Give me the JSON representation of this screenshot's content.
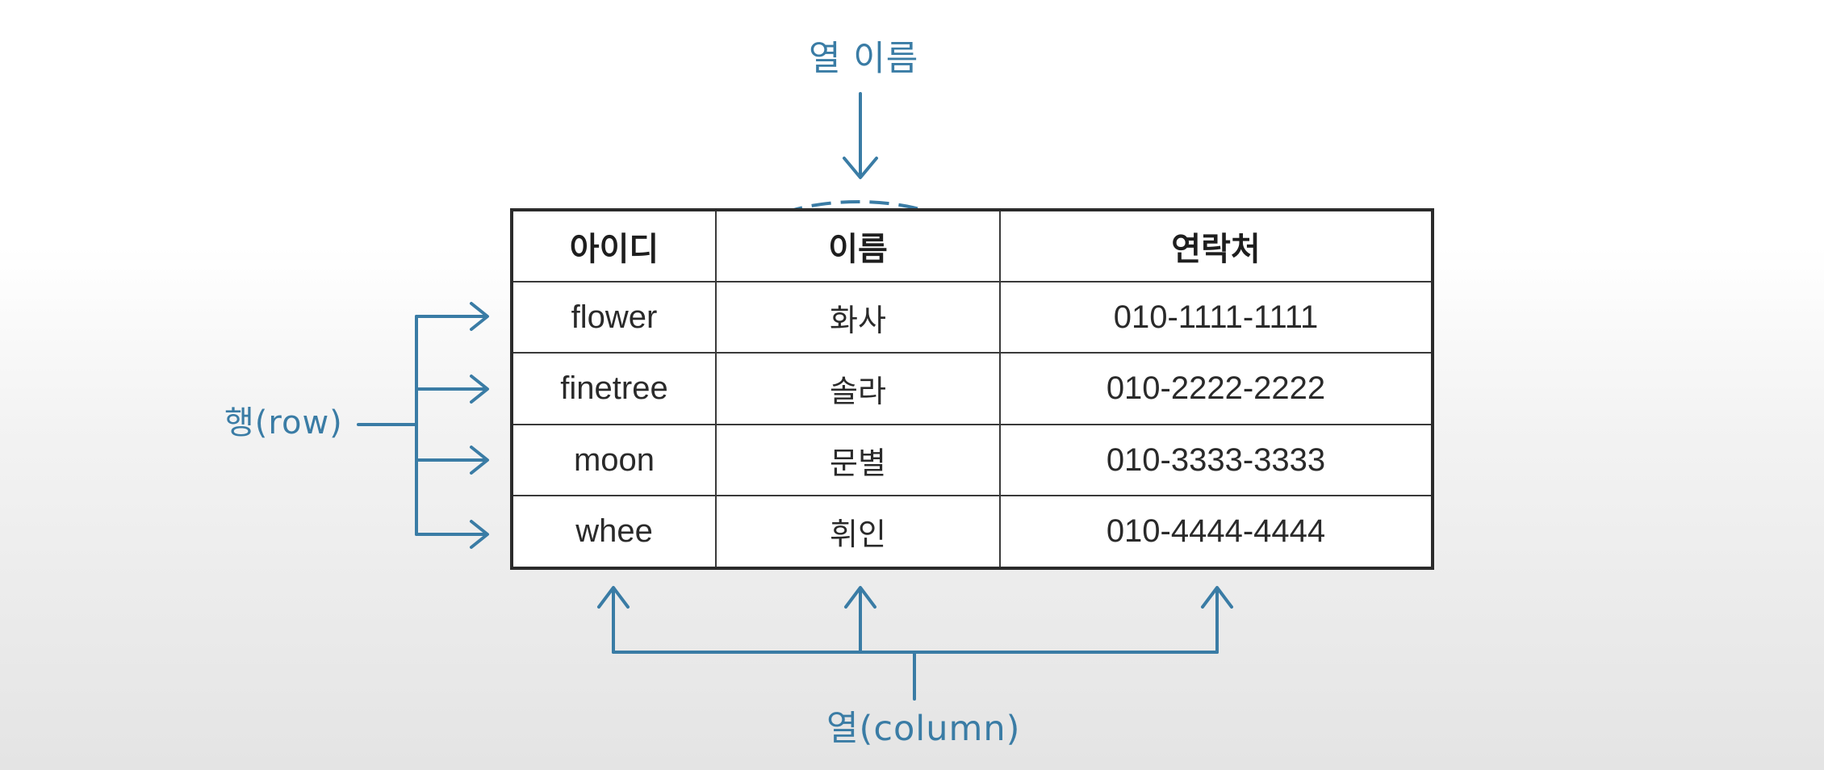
{
  "colors": {
    "annotation": "#3a7ca5",
    "table_border": "#2b2b2b",
    "text": "#2a2a2a"
  },
  "annotations": {
    "column_name": "열 이름",
    "row": "행(row)",
    "column": "열(column)"
  },
  "table": {
    "headers": [
      "아이디",
      "이름",
      "연락처"
    ],
    "rows": [
      [
        "flower",
        "화사",
        "010-1111-1111"
      ],
      [
        "finetree",
        "솔라",
        "010-2222-2222"
      ],
      [
        "moon",
        "문별",
        "010-3333-3333"
      ],
      [
        "whee",
        "휘인",
        "010-4444-4444"
      ]
    ]
  }
}
